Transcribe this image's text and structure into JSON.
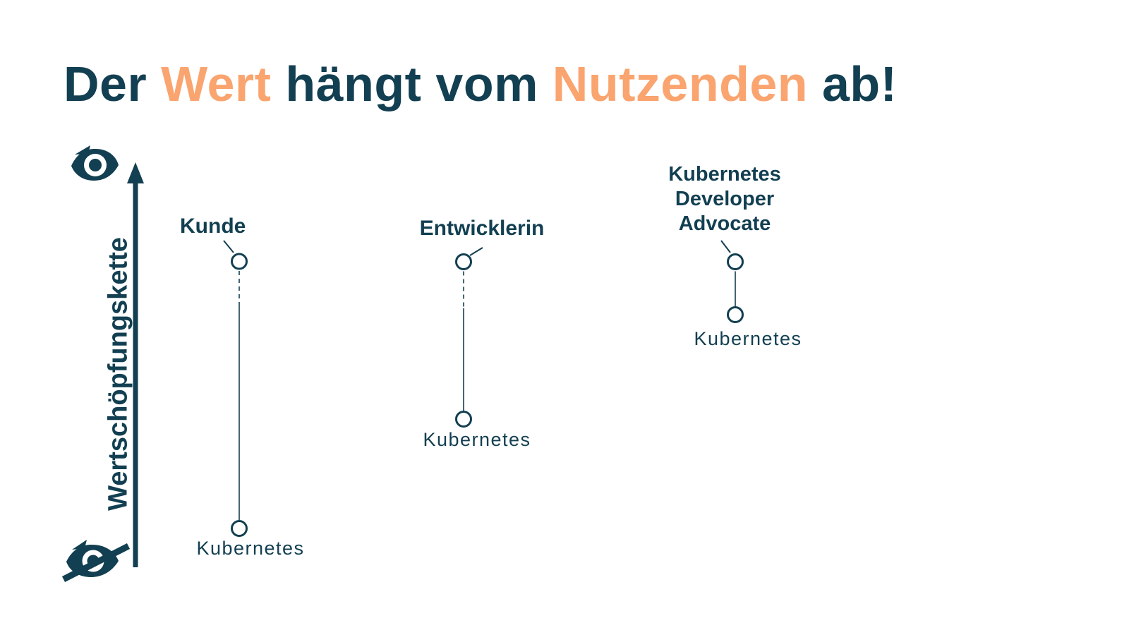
{
  "colors": {
    "teal": "#123F51",
    "orange": "#FAA46F",
    "background": "#FFFFFF"
  },
  "title": {
    "full_text": "Der Wert hängt vom Nutzenden ab!",
    "segments": [
      {
        "text": "Der ",
        "color": "teal"
      },
      {
        "text": "Wert",
        "color": "orange"
      },
      {
        "text": " hängt vom ",
        "color": "teal"
      },
      {
        "text": "Nutzenden",
        "color": "orange"
      },
      {
        "text": " ab!",
        "color": "teal"
      }
    ]
  },
  "axis": {
    "label": "Wertschöpfungskette",
    "direction": "up",
    "top_icon": "eye-open-icon",
    "bottom_icon": "eye-crossed-icon"
  },
  "personas": [
    {
      "name": "Kunde",
      "target": "Kubernetes",
      "connector": "dashed-then-solid",
      "value_chain_distance": "far"
    },
    {
      "name": "Entwicklerin",
      "target": "Kubernetes",
      "connector": "dashed-then-solid",
      "value_chain_distance": "medium"
    },
    {
      "name": "Kubernetes Developer Advocate",
      "name_lines": [
        "Kubernetes",
        "Developer",
        "Advocate"
      ],
      "target": "Kubernetes",
      "connector": "solid",
      "value_chain_distance": "near"
    }
  ]
}
